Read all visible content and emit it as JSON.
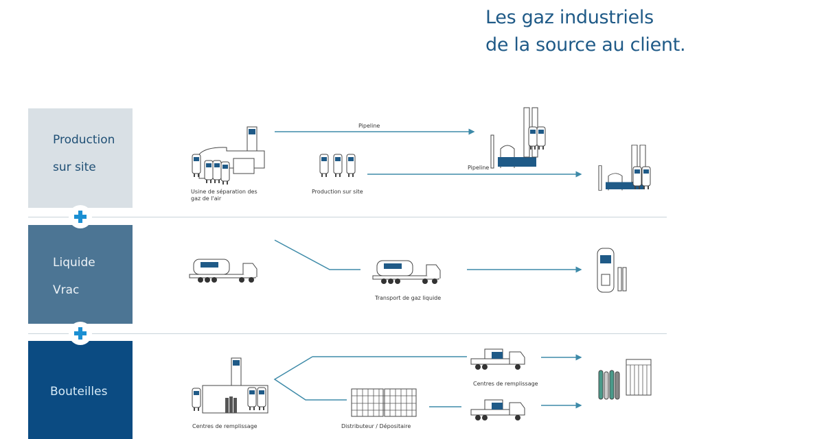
{
  "title": {
    "line1": "Les gaz industriels",
    "line2": "de la source au client."
  },
  "categories": [
    {
      "line1": "Production",
      "line2": "sur site"
    },
    {
      "line1": "Liquide",
      "line2": "Vrac"
    },
    {
      "line1": "Bouteilles"
    }
  ],
  "labels": {
    "pipeline_1": "Pipeline",
    "pipeline_2": "Pipeline",
    "air_separation_line1": "Usine de séparation des",
    "air_separation_line2": "gaz de l'air",
    "onsite_production": "Production sur site",
    "liquid_transport": "Transport de gaz liquide",
    "filling_centres_left": "Centres de remplissage",
    "filling_centres_truck": "Centres de remplissage",
    "distributor": "Distributeur / Dépositaire"
  },
  "colors": {
    "title": "#1f5a87",
    "panel_production": "#d9e0e5",
    "panel_liquid": "#4c7594",
    "panel_bottles": "#0b4b82",
    "plus": "#1b8fd2",
    "lines": "#3d8aa8",
    "icon_accent": "#1f5a87"
  }
}
